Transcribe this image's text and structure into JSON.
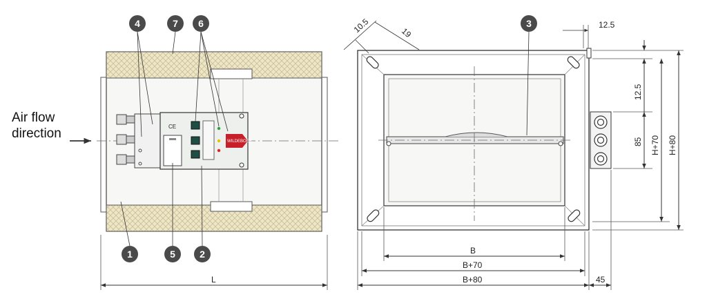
{
  "colors": {
    "insulation": "#eee6c8",
    "callout_bg": "#4a4a4a",
    "line": "#333333",
    "panel": "#eef0ee",
    "button": "#1f4f44",
    "logo": "#c8202a"
  },
  "labels": {
    "air_flow_line1": "Air flow",
    "air_flow_line2": "direction"
  },
  "callouts": {
    "c1": "1",
    "c2": "2",
    "c3": "3",
    "c4": "4",
    "c5": "5",
    "c6": "6",
    "c7": "7"
  },
  "dimensions": {
    "L": "L",
    "d10_5": "10.5",
    "d19": "19",
    "d12_5_top": "12.5",
    "d12_5_side": "12.5",
    "d85": "85",
    "h70": "H+70",
    "h80": "H+80",
    "B": "B",
    "B70": "B+70",
    "B80": "B+80",
    "d45": "45"
  },
  "panel": {
    "ce_mark": "CE",
    "logo_text": "WILDEBOER"
  }
}
